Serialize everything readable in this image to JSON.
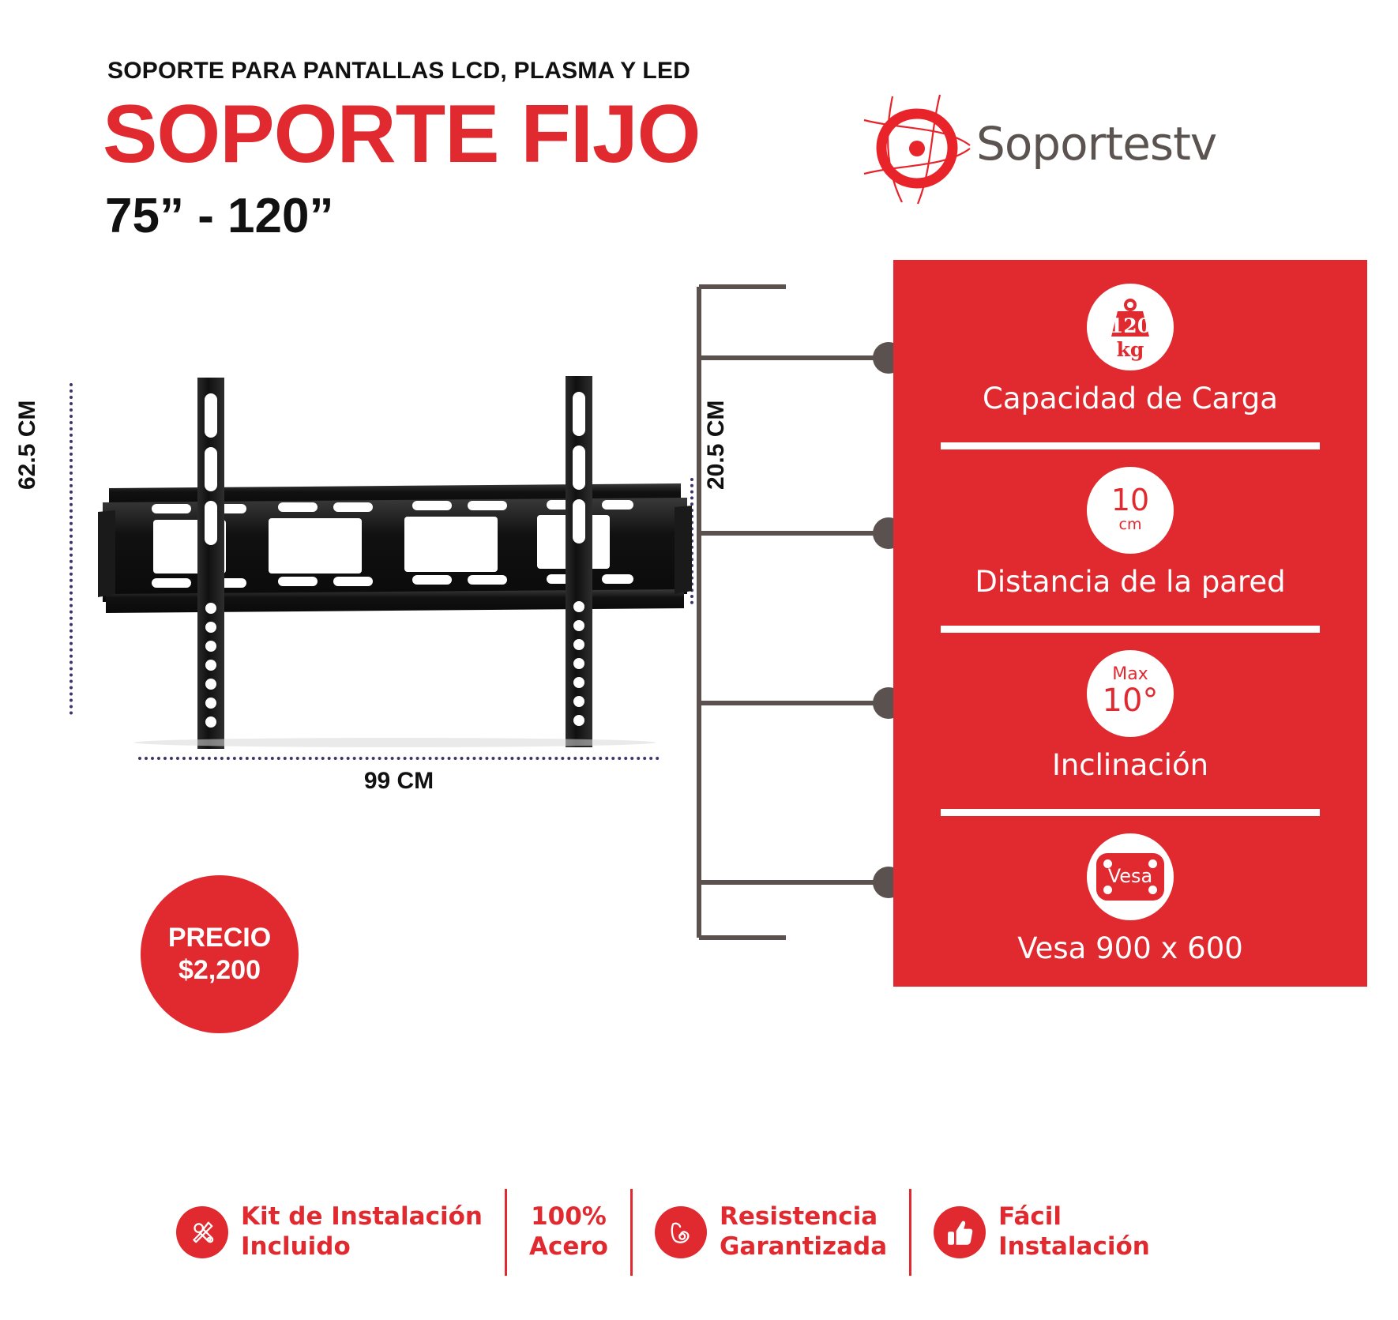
{
  "header": {
    "kicker": "SOPORTE PARA PANTALLAS LCD, PLASMA Y LED",
    "title": "SOPORTE FIJO",
    "subtitle": "75” - 120”"
  },
  "logo": {
    "brand": "Soportestv",
    "mark_name": "eye-star-logo",
    "color": "#e8232a"
  },
  "product": {
    "dim_height": "62.5 CM",
    "dim_depth": "20.5 CM",
    "dim_width": "99 CM",
    "dim_line_color": "#3b3570"
  },
  "price": {
    "label": "PRECIO",
    "amount": "$2,200",
    "color": "#e02a2f"
  },
  "specs": [
    {
      "id": "load-capacity",
      "label": "Capacidad de Carga",
      "icon": "weight-icon",
      "value": "120",
      "unit": "kg"
    },
    {
      "id": "wall-distance",
      "label": "Distancia de la pared",
      "icon": "measure-icon",
      "value": "10",
      "unit": "cm"
    },
    {
      "id": "tilt",
      "label": "Inclinación",
      "icon": "tilt-icon",
      "value": "10°",
      "unit": "Max"
    },
    {
      "id": "vesa",
      "label": "Vesa 900 x 600",
      "icon": "vesa-icon",
      "value": "Vesa",
      "unit": ""
    }
  ],
  "features": [
    {
      "id": "install-kit",
      "icon": "tools-icon",
      "label": "Kit de Instalación\nIncluido"
    },
    {
      "id": "steel",
      "icon": "none",
      "label": "100%\nAcero"
    },
    {
      "id": "resistance",
      "icon": "muscle-icon",
      "label": "Resistencia\nGarantizada"
    },
    {
      "id": "easy-install",
      "icon": "thumbs-up-icon",
      "label": "Fácil\nInstalación"
    }
  ],
  "colors": {
    "brand_red": "#e02a2f",
    "panel_red": "#e02a2f",
    "dim_navy": "#3b3570",
    "connector_gray": "#5b5250",
    "logo_gray": "#5b534f"
  }
}
